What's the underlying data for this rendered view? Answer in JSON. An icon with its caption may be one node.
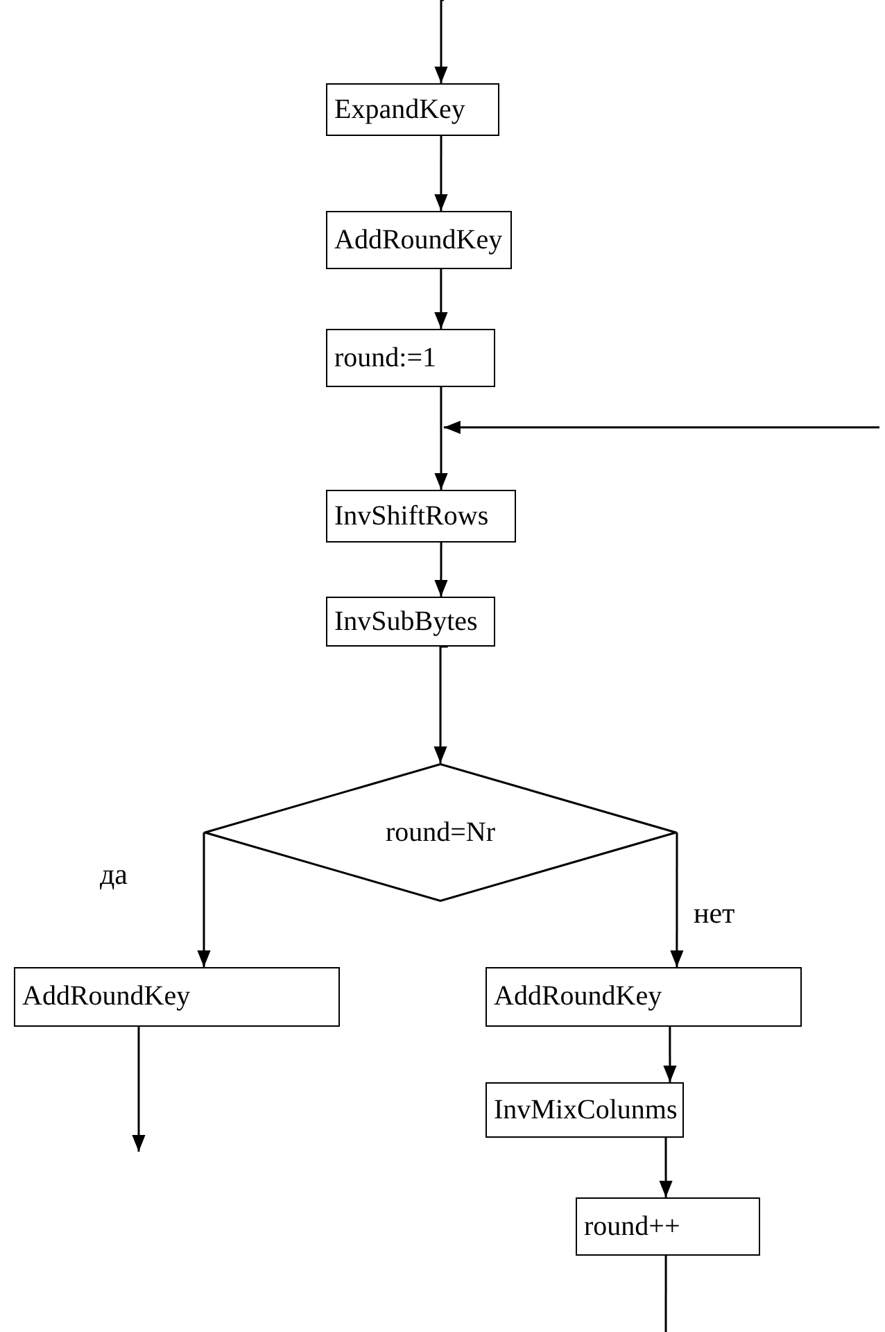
{
  "diagram": {
    "nodes": [
      {
        "text": [
          "ExpandKey"
        ]
      },
      {
        "text": [
          "AddRoundKey"
        ]
      },
      {
        "text": [
          "round:=1"
        ]
      },
      {
        "text": [
          "InvShiftRows"
        ]
      },
      {
        "text": [
          "InvSubBytes"
        ]
      },
      {
        "text": [
          "round=Nr"
        ]
      },
      {
        "text": [
          "AddRoundKey"
        ]
      },
      {
        "text": [
          "AddRoundKey"
        ]
      },
      {
        "text": [
          "InvMixColunms"
        ]
      },
      {
        "text": [
          "round++"
        ]
      }
    ],
    "edges": [
      {
        "from": null,
        "to": 0,
        "arrow": "to"
      },
      {
        "from": 0,
        "to": 1,
        "arrow": "to"
      },
      {
        "from": 1,
        "to": 2,
        "arrow": "to"
      },
      {
        "from": 2,
        "to": 3,
        "arrow": "to"
      },
      {
        "from": null,
        "to": 3,
        "arrow": "to"
      },
      {
        "from": 3,
        "to": 4,
        "arrow": "to"
      },
      {
        "from": 4,
        "to": 5,
        "arrow": "to"
      },
      {
        "from": 5,
        "to": 6,
        "arrow": "to",
        "label": "да"
      },
      {
        "from": 5,
        "to": 7,
        "arrow": "to",
        "label": "нет"
      },
      {
        "from": 6,
        "to": null,
        "arrow": "to"
      },
      {
        "from": 7,
        "to": 8,
        "arrow": "to"
      },
      {
        "from": 8,
        "to": 9,
        "arrow": "to"
      },
      {
        "from": 9,
        "to": null,
        "arrow": "none"
      }
    ]
  }
}
